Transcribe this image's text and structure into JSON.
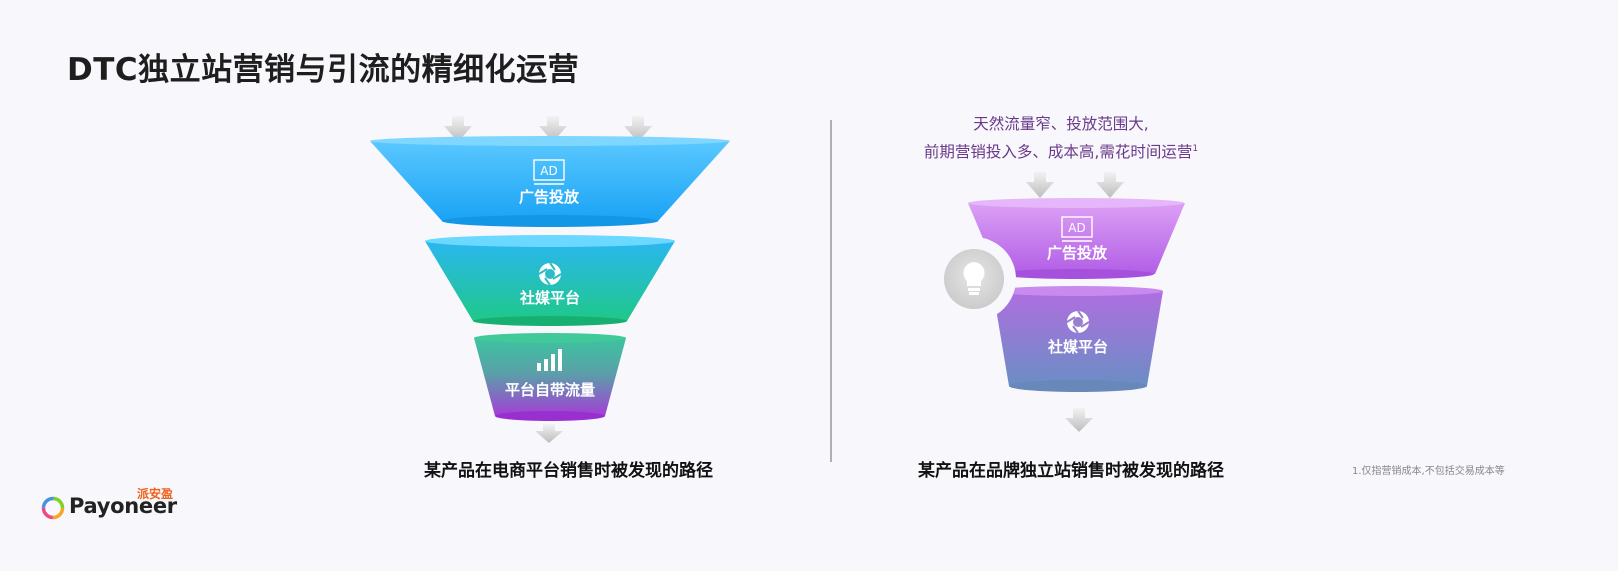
{
  "slide": {
    "title": "DTC独立站营销与引流的精细化运营",
    "left_funnel": {
      "caption": "某产品在电商平台销售时被发现的路径",
      "stages": [
        {
          "label": "广告投放",
          "icon": "ad-icon",
          "icon_text": "AD"
        },
        {
          "label": "社媒平台",
          "icon": "shutter-icon"
        },
        {
          "label": "平台自带流量",
          "icon": "bar-chart-icon"
        }
      ]
    },
    "right_funnel": {
      "note_line1": "天然流量窄、投放范围大,",
      "note_line2": "前期营销投入多、成本高,需花时间运营",
      "note_sup": "1",
      "caption": "某产品在品牌独立站销售时被发现的路径",
      "stages": [
        {
          "label": "广告投放",
          "icon": "ad-icon",
          "icon_text": "AD"
        },
        {
          "label": "社媒平台",
          "icon": "shutter-icon"
        }
      ],
      "side_icon": "lightbulb-icon"
    },
    "footnote": "1.仅指营销成本,不包括交易成本等",
    "logo": {
      "cn": "派安盈",
      "word": "Payoneer"
    }
  }
}
